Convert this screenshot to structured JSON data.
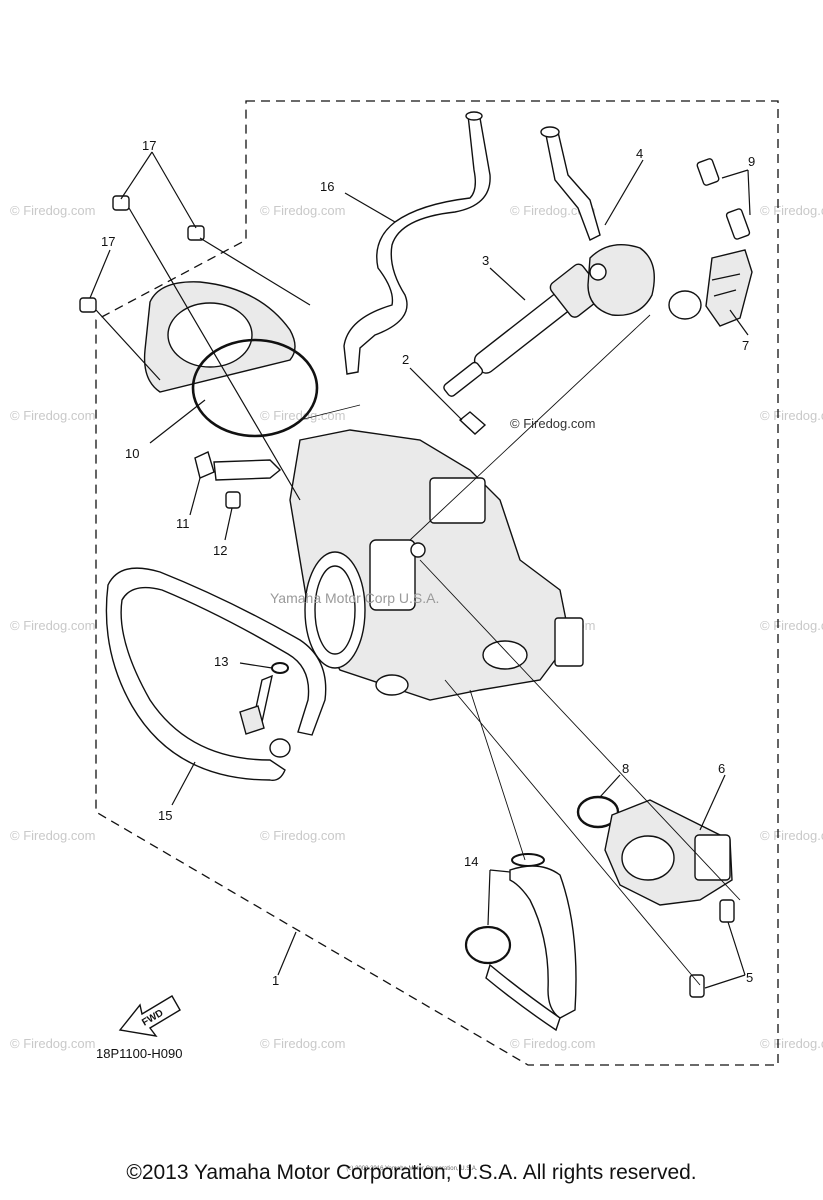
{
  "callouts": [
    "1",
    "2",
    "3",
    "4",
    "5",
    "6",
    "7",
    "8",
    "9",
    "10",
    "11",
    "12",
    "13",
    "14",
    "15",
    "16",
    "17",
    "17"
  ],
  "fwd_label": "FWD",
  "diagram_code": "18P1100-H090",
  "watermark_text": "© Firedog.com",
  "overlay_text": "Yamaha Motor Corp U.S.A.",
  "fine_print": "(c) 2008 2016 Yamaha Motor Corporation, U.S.A.",
  "copyright": "©2013 Yamaha Motor Corporation, U.S.A. All rights reserved."
}
